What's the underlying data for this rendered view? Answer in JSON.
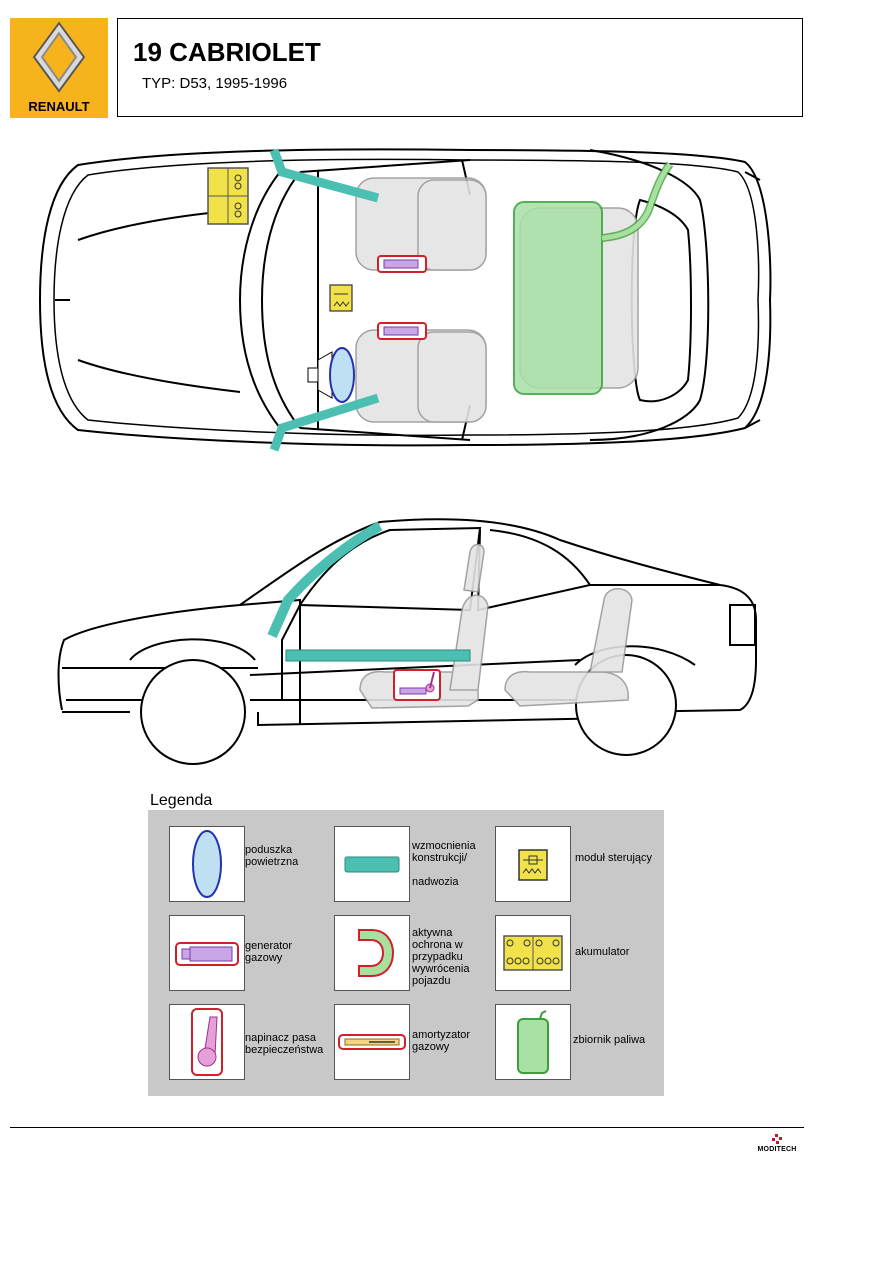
{
  "header": {
    "brand": "RENAULT",
    "model": "19 CABRIOLET",
    "type_line": "TYP: D53, 1995-1996"
  },
  "legend": {
    "title": "Legenda",
    "items": [
      {
        "label": "poduszka\npowietrzna",
        "icon": "airbag-icon"
      },
      {
        "label": "wzmocnienia\nkonstrukcji/\n\nnadwozia",
        "icon": "reinforcement-icon"
      },
      {
        "label": "moduł sterujący",
        "icon": "control-module-icon"
      },
      {
        "label": "generator\ngazowy",
        "icon": "gas-generator-icon"
      },
      {
        "label": "aktywna\nochrona w\nprzypadku\nwywrócenia\npojazdu",
        "icon": "rollover-protection-icon"
      },
      {
        "label": "akumulator",
        "icon": "battery-icon"
      },
      {
        "label": "napinacz pasa\nbezpieczeństwa",
        "icon": "belt-tensioner-icon"
      },
      {
        "label": "amortyzator\ngazowy",
        "icon": "gas-strut-icon"
      },
      {
        "label": "zbiornik paliwa",
        "icon": "fuel-tank-icon"
      }
    ]
  },
  "footer": {
    "brand": "MODITECH"
  },
  "colors": {
    "logo_bg": "#f6b31c",
    "airbag": "#bfe0f2",
    "reinforcement": "#4cbfb3",
    "control_module": "#f2e24a",
    "gas_generator": "#c9a6e6",
    "rollover": "#a8e0a0",
    "fuel_tank": "#a8e0a6",
    "frame_red": "#d0202a"
  }
}
